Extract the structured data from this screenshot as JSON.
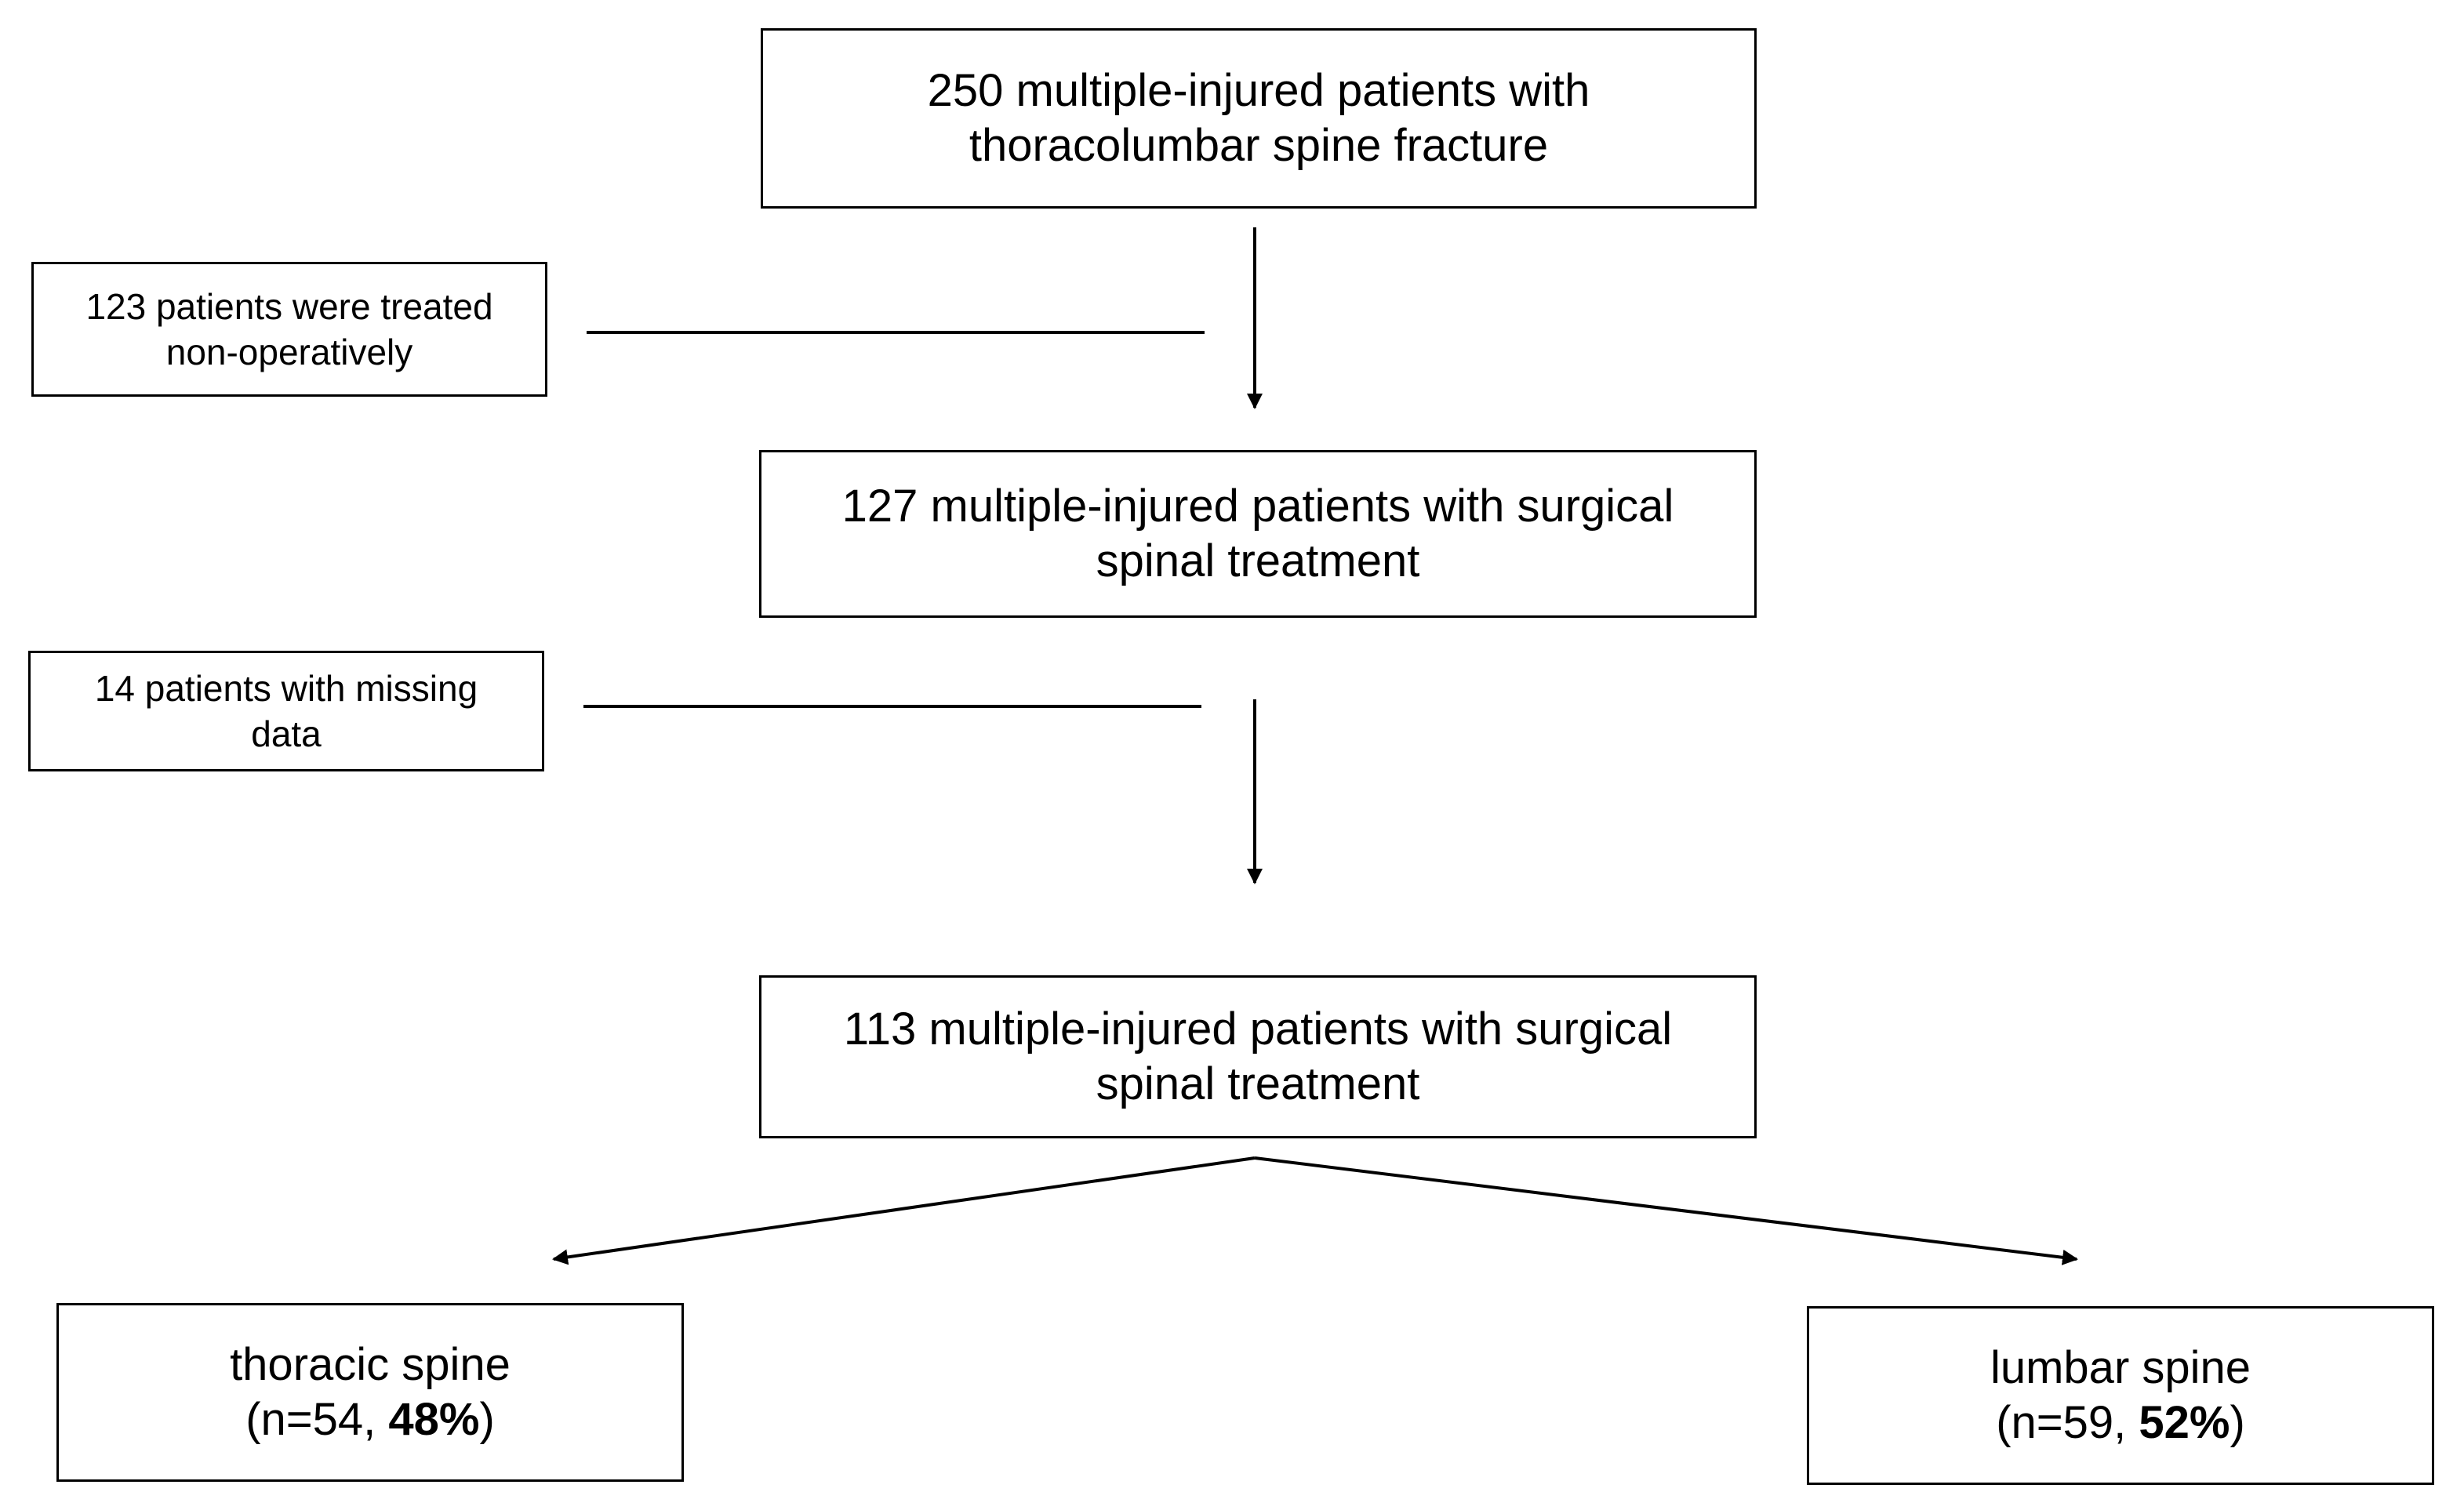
{
  "flowchart": {
    "box_total": {
      "line1": "250 multiple-injured patients with",
      "line2": "thoracolumbar spine fracture"
    },
    "box_excluded_nonop": {
      "line1": "123 patients were treated",
      "line2": "non-operatively"
    },
    "box_surgical": {
      "line1": "127 multiple-injured patients with surgical",
      "line2": "spinal treatment"
    },
    "box_excluded_missing": {
      "line1": "14 patients with missing",
      "line2": "data"
    },
    "box_final": {
      "line1": "113 multiple-injured patients with surgical",
      "line2": "spinal treatment"
    },
    "box_thoracic": {
      "label": "thoracic spine",
      "count_prefix": "(n=54, ",
      "percent": "48%",
      "count_suffix": ")"
    },
    "box_lumbar": {
      "label": "lumbar spine",
      "count_prefix": "(n=59, ",
      "percent": "52%",
      "count_suffix": ")"
    }
  },
  "colors": {
    "line": "#000000",
    "background": "#ffffff"
  }
}
